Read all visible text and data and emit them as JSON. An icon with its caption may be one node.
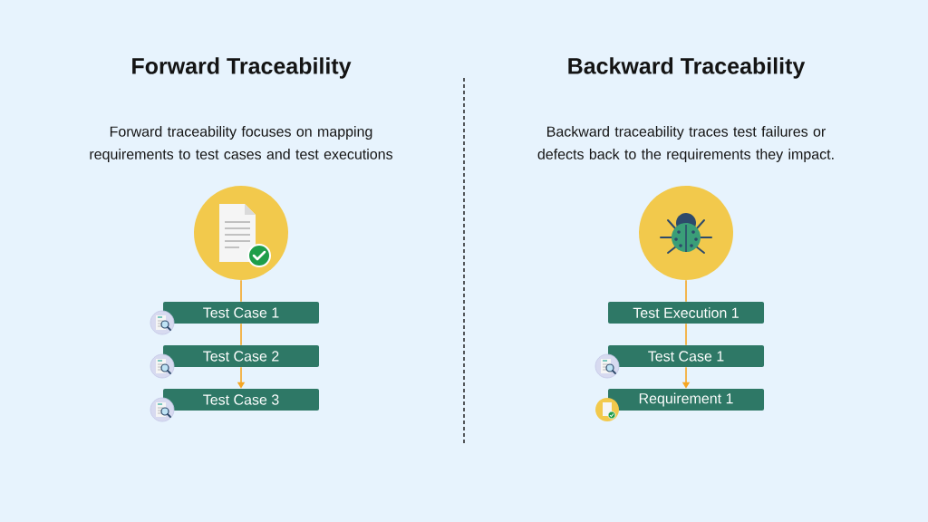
{
  "diagram": {
    "nodes": [
      {
        "text": [],
        "shape": "circle"
      },
      {
        "text": [
          "Test Case 1"
        ]
      },
      {
        "text": [
          "Test Case 2"
        ]
      },
      {
        "text": [
          "Test Case 3"
        ]
      },
      {
        "text": [],
        "shape": "circle"
      },
      {
        "text": [
          "Test Execution 1"
        ]
      },
      {
        "text": [
          "Test Case 1"
        ]
      },
      {
        "text": [
          "Requirement 1"
        ]
      }
    ],
    "edges": [
      {
        "from": 0,
        "to": 1,
        "arrow": "none"
      },
      {
        "from": 1,
        "to": 2,
        "arrow": "none"
      },
      {
        "from": 2,
        "to": 3,
        "arrow": "to"
      },
      {
        "from": 4,
        "to": 5,
        "arrow": "none"
      },
      {
        "from": 5,
        "to": 6,
        "arrow": "none"
      },
      {
        "from": 6,
        "to": 7,
        "arrow": "to"
      }
    ],
    "labels": [
      "Forward Traceability",
      "Backward Traceability",
      "Forward traceability focuses on mapping requirements to test cases and test executions",
      "Backward traceability traces test failures or defects back to the requirements they impact."
    ]
  }
}
